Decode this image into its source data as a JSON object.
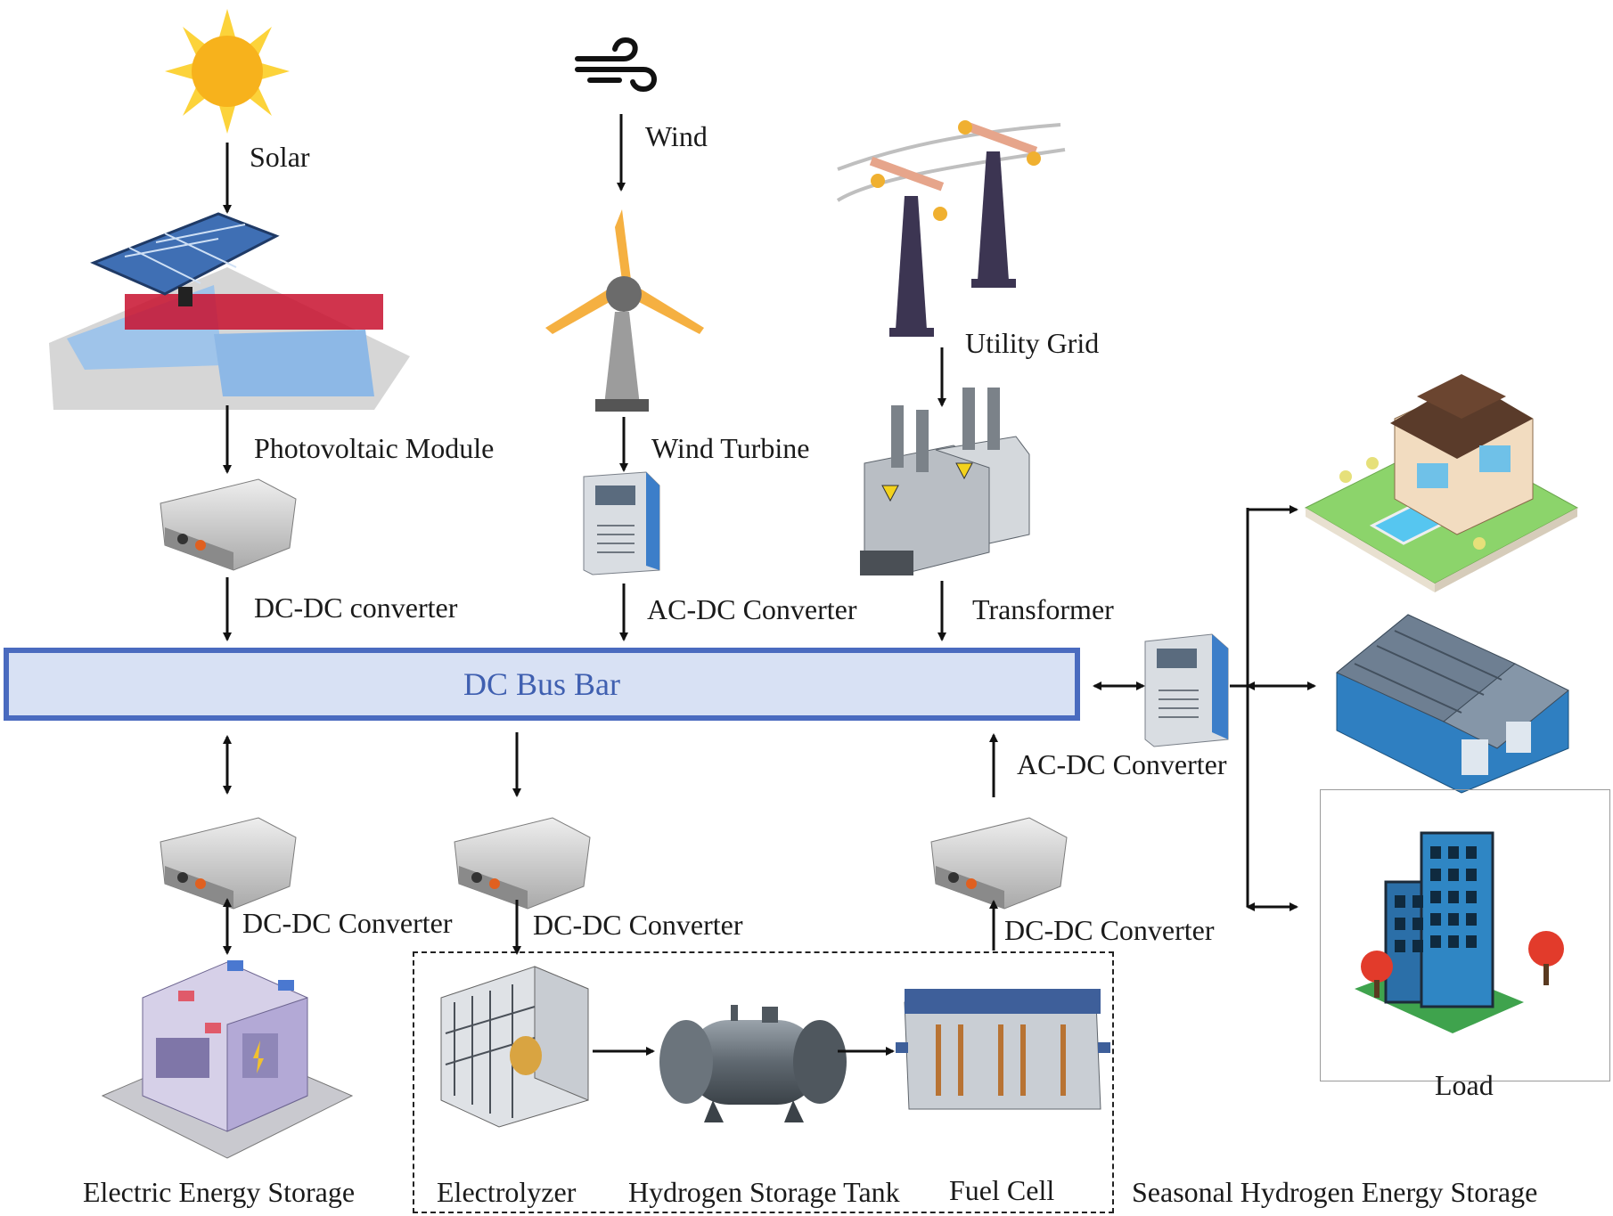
{
  "sources": {
    "solar": "Solar",
    "wind": "Wind",
    "utility_grid": "Utility Grid"
  },
  "components": {
    "pv_module": "Photovoltaic Module",
    "wind_turbine": "Wind Turbine",
    "dc_dc_top": "DC-DC converter",
    "ac_dc_top": "AC-DC Converter",
    "transformer": "Transformer",
    "ac_dc_right": "AC-DC Converter",
    "dc_dc_storage": "DC-DC Converter",
    "dc_dc_electrolyzer": "DC-DC Converter",
    "dc_dc_fuelcell": "DC-DC Converter"
  },
  "bus": {
    "label": "DC Bus Bar"
  },
  "storage": {
    "electric": "Electric Energy Storage",
    "electrolyzer": "Electrolyzer",
    "h2_tank": "Hydrogen Storage Tank",
    "fuel_cell": "Fuel Cell",
    "seasonal": "Seasonal Hydrogen Energy Storage"
  },
  "load": {
    "label": "Load"
  },
  "colors": {
    "bus_fill": "#d8e1f4",
    "bus_border": "#4a6bbf",
    "bus_text": "#3f5fb0",
    "sun": "#f7b21c",
    "turbine_blade": "#f5b041"
  }
}
